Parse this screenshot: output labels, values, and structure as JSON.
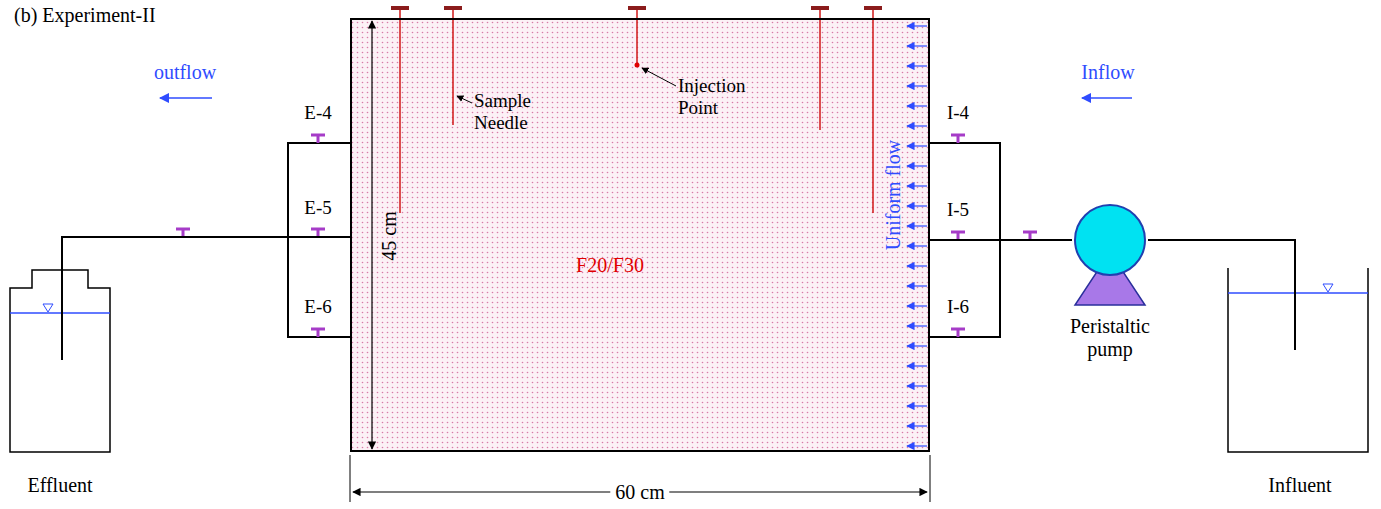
{
  "diagram": {
    "title": "(b) Experiment-II",
    "nodes": [
      {
        "text": [
          "Effluent"
        ]
      },
      {
        "text": [
          "F20/F30"
        ]
      },
      {
        "text": [
          "Peristaltic pump"
        ]
      },
      {
        "text": [
          "Influent"
        ]
      }
    ],
    "edges": [
      {
        "from": 1,
        "to": 0,
        "arrow": "none"
      },
      {
        "from": 3,
        "to": 2,
        "arrow": "none"
      },
      {
        "from": 2,
        "to": 1,
        "arrow": "none"
      }
    ],
    "labels": [
      "outflow",
      "Inflow",
      "E-4",
      "E-5",
      "E-6",
      "I-4",
      "I-5",
      "I-6",
      "Sample Needle",
      "Injection Point",
      "Uniform flow",
      "45 cm",
      "60 cm"
    ]
  }
}
